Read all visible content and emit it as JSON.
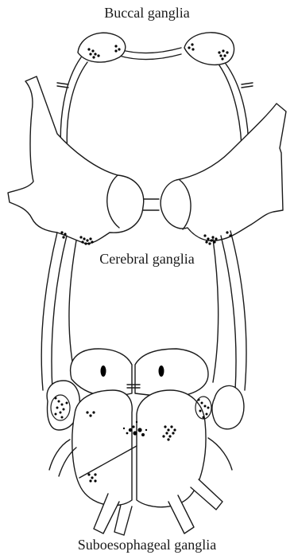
{
  "labels": {
    "top": "Buccal ganglia",
    "middle": "Cerebral ganglia",
    "bottom": "Suboesophageal ganglia"
  },
  "colors": {
    "stroke": "#1a1a1a",
    "fill": "#ffffff",
    "dots": "#000000"
  }
}
